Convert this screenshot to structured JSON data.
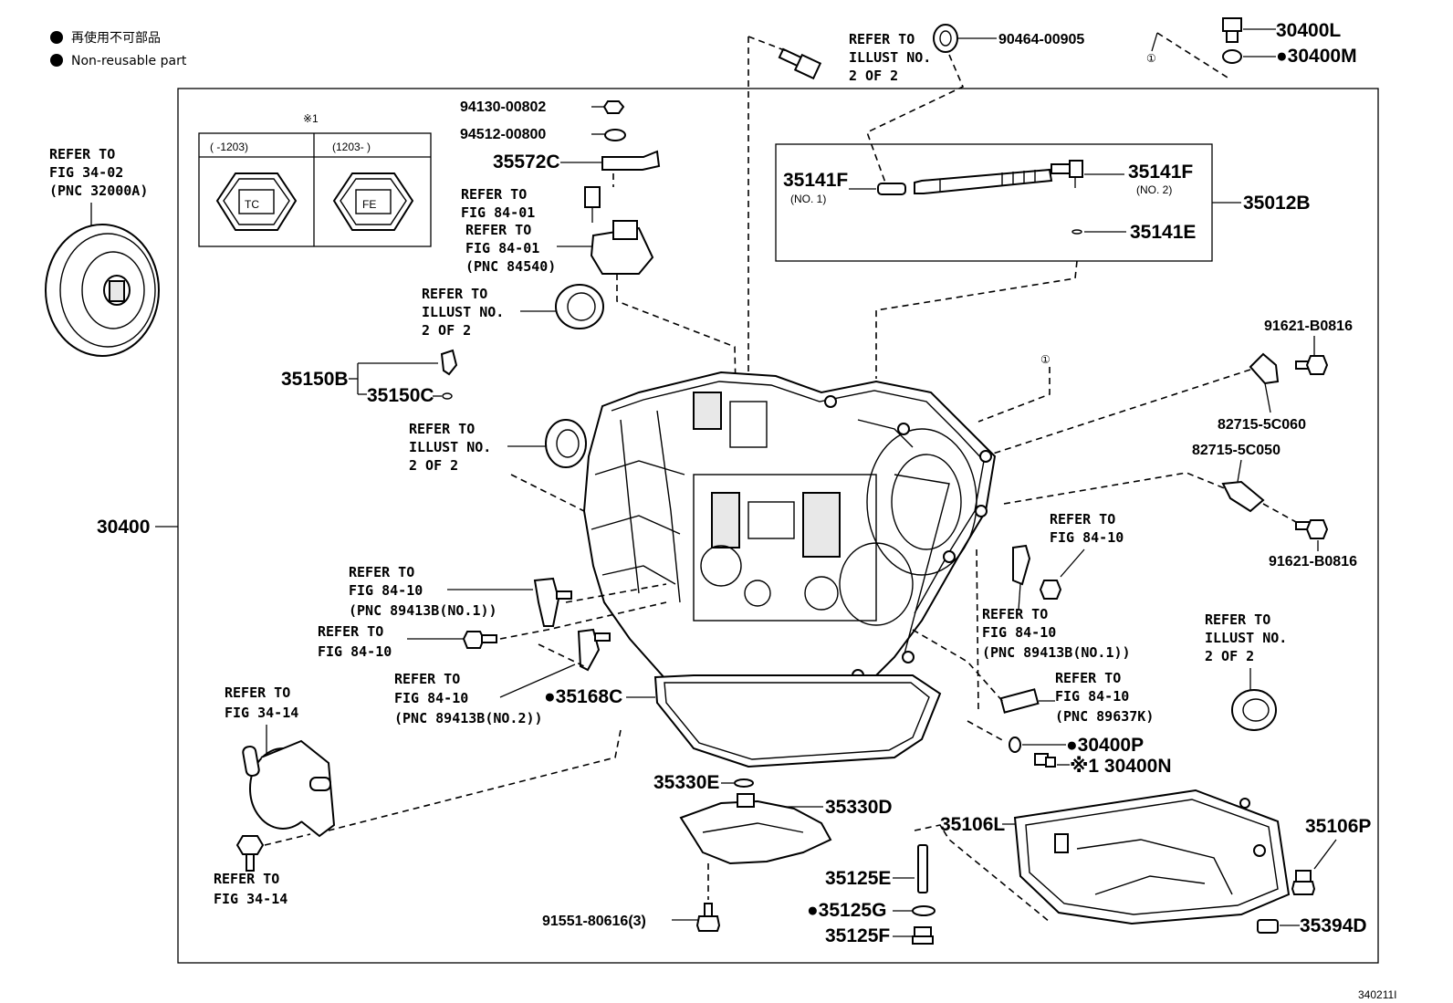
{
  "legend": {
    "symbol": "●",
    "line_ja": "再使用不可部品",
    "line_en": "Non-reusable part"
  },
  "inset": {
    "mark": "※1",
    "col1": "(  -1203)",
    "col2": "(1203-  )",
    "stamp1": "TC",
    "stamp2": "FE"
  },
  "refs": {
    "torque_converter": [
      "REFER TO",
      "FIG 34-02",
      "(PNC 32000A)"
    ],
    "illust_top": [
      "REFER TO",
      "ILLUST NO.",
      "2 OF 2"
    ],
    "fig8401_a": [
      "REFER TO",
      "FIG 84-01"
    ],
    "fig8401_b": [
      "REFER TO",
      "FIG 84-01",
      "(PNC 84540)"
    ],
    "illust_seal1": [
      "REFER TO",
      "ILLUST NO.",
      "2 OF 2"
    ],
    "illust_seal2": [
      "REFER TO",
      "ILLUST NO.",
      "2 OF 2"
    ],
    "fig8410_left1": [
      "REFER TO",
      "FIG 84-10",
      "(PNC 89413B(NO.1))"
    ],
    "fig8410_left2": [
      "REFER TO",
      "FIG 84-10"
    ],
    "fig8410_left3": [
      "REFER TO",
      "FIG 84-10",
      "(PNC 89413B(NO.2))"
    ],
    "fig3414_a": [
      "REFER TO",
      "FIG 34-14"
    ],
    "fig3414_b": [
      "REFER TO",
      "FIG 34-14"
    ],
    "fig8410_right1": [
      "REFER TO",
      "FIG 84-10"
    ],
    "fig8410_right2": [
      "REFER TO",
      "FIG 84-10",
      "(PNC 89413B(NO.1))"
    ],
    "fig8410_right3": [
      "REFER TO",
      "FIG 84-10",
      "(PNC 89637K)"
    ],
    "illust_right": [
      "REFER TO",
      "ILLUST NO.",
      "2 OF 2"
    ]
  },
  "parts": {
    "p90464": "90464-00905",
    "p30400L": "30400L",
    "p30400M": "●30400M",
    "circle1_top": "①",
    "circle1_mid": "①",
    "p94130": "94130-00802",
    "p94512": "94512-00800",
    "p35572C": "35572C",
    "p35141F_1": "35141F",
    "p35141F_1_sub": "(NO. 1)",
    "p35141F_2": "35141F",
    "p35141F_2_sub": "(NO. 2)",
    "p35012B": "35012B",
    "p35141E": "35141E",
    "p35150B": "35150B",
    "p35150C": "35150C",
    "p30400": "30400",
    "p91621_top": "91621-B0816",
    "p82715_c060": "82715-5C060",
    "p82715_c050": "82715-5C050",
    "p91621_bot": "91621-B0816",
    "p35168C": "●35168C",
    "p30400P": "●30400P",
    "p30400N": "※1 30400N",
    "p35330E": "35330E",
    "p35330D": "35330D",
    "p35106L": "35106L",
    "p35106P": "35106P",
    "p35125E": "35125E",
    "p35125G": "●35125G",
    "p35125F": "35125F",
    "p91551": "91551-80616(3)",
    "p35394D": "35394D"
  },
  "footer_code": "340211I"
}
